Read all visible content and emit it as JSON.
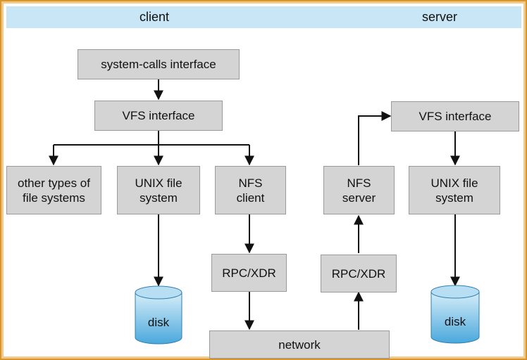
{
  "header": {
    "client": "client",
    "server": "server"
  },
  "client": {
    "syscalls": "system-calls interface",
    "vfs": "VFS interface",
    "other_fs": "other types of\nfile systems",
    "unix_fs": "UNIX file\nsystem",
    "nfs_client": "NFS\nclient",
    "rpc": "RPC/XDR",
    "disk": "disk"
  },
  "server": {
    "vfs": "VFS interface",
    "nfs_server": "NFS\nserver",
    "unix_fs": "UNIX file\nsystem",
    "rpc": "RPC/XDR",
    "disk": "disk"
  },
  "network": "network",
  "colors": {
    "header": "#c9e6f6",
    "box": "#d4d4d4",
    "disk_light": "#cfeaf8",
    "disk_dark": "#4aa8dc",
    "frame": "#d8962c"
  }
}
